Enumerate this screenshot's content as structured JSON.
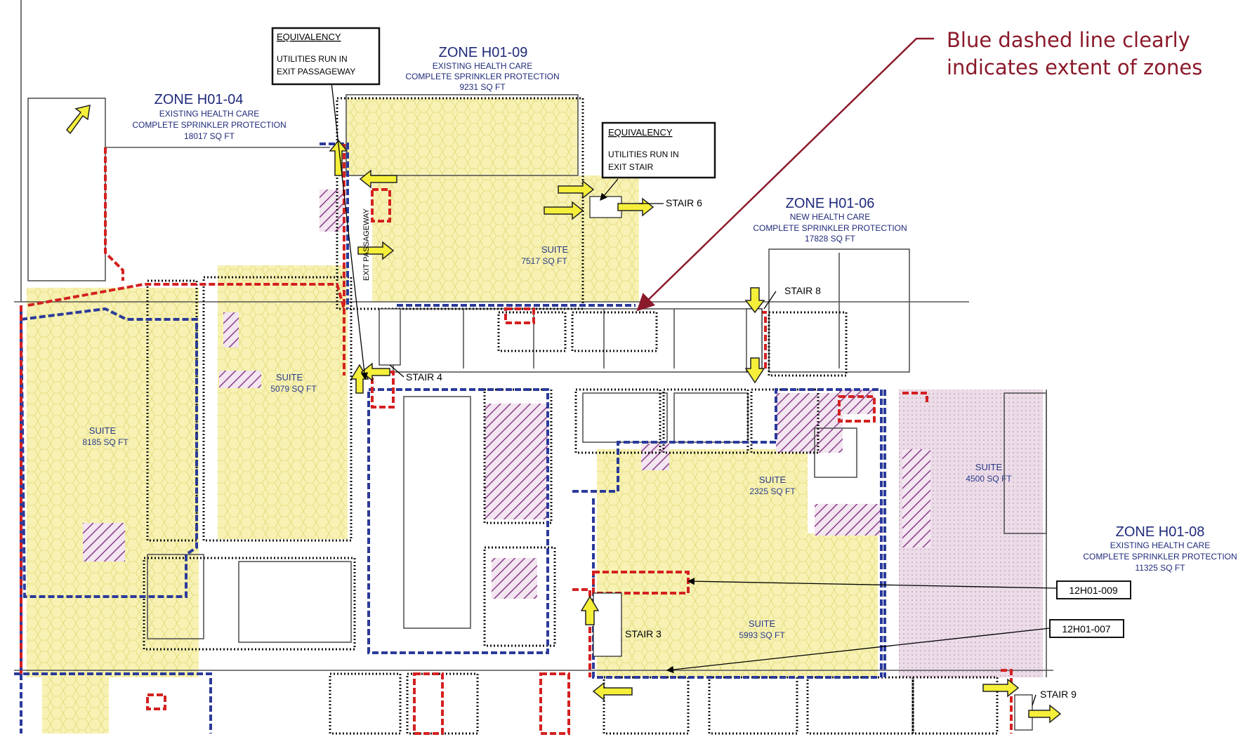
{
  "annotation": {
    "line1": "Blue dashed line clearly",
    "line2": "indicates extent of zones",
    "color": "#8b1a2b"
  },
  "zones": [
    {
      "id": "h0104",
      "title": "ZONE H01-04",
      "type": "EXISTING HEALTH CARE",
      "protection": "COMPLETE SPRINKLER PROTECTION",
      "area": "18017 SQ FT"
    },
    {
      "id": "h0109",
      "title": "ZONE H01-09",
      "type": "EXISTING HEALTH CARE",
      "protection": "COMPLETE SPRINKLER PROTECTION",
      "area": "9231 SQ FT"
    },
    {
      "id": "h0106",
      "title": "ZONE H01-06",
      "type": "NEW HEALTH CARE",
      "protection": "COMPLETE SPRINKLER PROTECTION",
      "area": "17828 SQ FT"
    },
    {
      "id": "h0108",
      "title": "ZONE H01-08",
      "type": "EXISTING HEALTH CARE",
      "protection": "COMPLETE SPRINKLER PROTECTION",
      "area": "11325 SQ FT"
    }
  ],
  "equivalency_boxes": [
    {
      "heading": "EQUIVALENCY",
      "line1": "UTILITIES RUN IN",
      "line2": "EXIT PASSAGEWAY"
    },
    {
      "heading": "EQUIVALENCY",
      "line1": "UTILITIES RUN IN",
      "line2": "EXIT STAIR"
    }
  ],
  "suites": [
    {
      "label": "SUITE",
      "area": "7517 SQ FT"
    },
    {
      "label": "SUITE",
      "area": "5079 SQ FT"
    },
    {
      "label": "SUITE",
      "area": "8185 SQ FT"
    },
    {
      "label": "SUITE",
      "area": "2325 SQ FT"
    },
    {
      "label": "SUITE",
      "area": "4500 SQ FT"
    },
    {
      "label": "SUITE",
      "area": "5993 SQ FT"
    }
  ],
  "stairs": [
    "STAIR 6",
    "STAIR 8",
    "STAIR 4",
    "STAIR 3",
    "STAIR 9"
  ],
  "exit_passageway_label": "EXIT PASSAGEWAY",
  "tags": [
    "12H01-009",
    "12H01-007"
  ],
  "colors": {
    "zone_boundary": "#2b3a9a",
    "smoke_barrier": "#d42020",
    "suite_fill": "#f7f2b3",
    "hatch": "#8a3c8c",
    "arrow_fill": "#f5ef3a",
    "pink_suite_fill": "#ecdce8"
  }
}
